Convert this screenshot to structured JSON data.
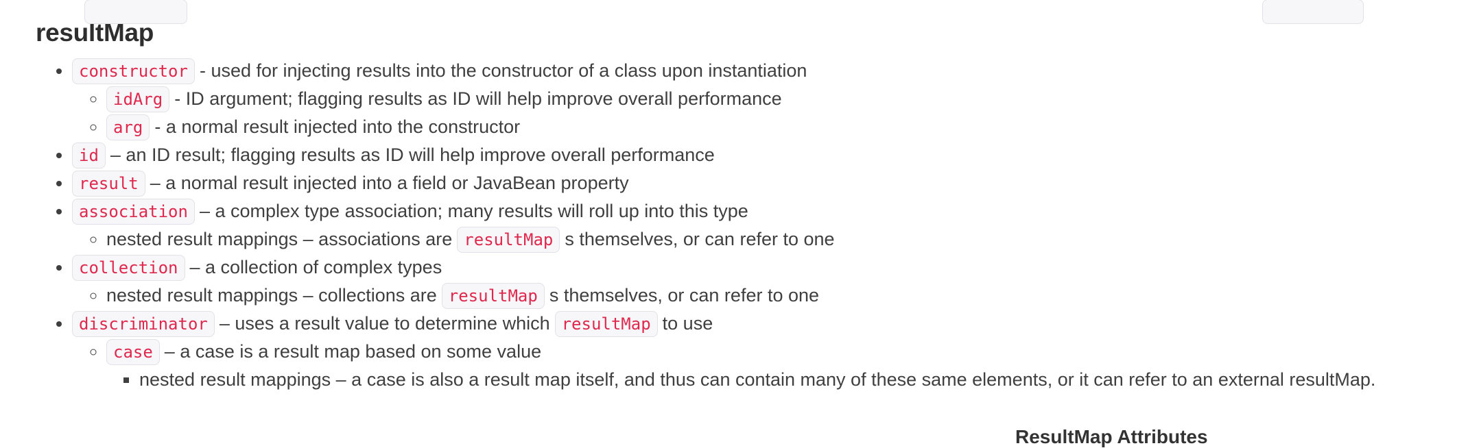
{
  "heading": "resultMap",
  "table_caption": "ResultMap Attributes",
  "colors": {
    "code_text": "#e0274d",
    "code_bg": "#f7f7f9",
    "code_border": "#e1e1e8",
    "body_text": "#3f3f3f",
    "heading_text": "#2e2e2e"
  },
  "list": {
    "items": [
      {
        "segments": [
          {
            "code": "constructor"
          },
          {
            "text": "- used for injecting results into the constructor of a class upon instantiation"
          }
        ],
        "children": [
          {
            "segments": [
              {
                "code": "idArg"
              },
              {
                "text": "- ID argument; flagging results as ID will help improve overall performance"
              }
            ]
          },
          {
            "segments": [
              {
                "code": "arg"
              },
              {
                "text": "- a normal result injected into the constructor"
              }
            ]
          }
        ]
      },
      {
        "segments": [
          {
            "code": "id"
          },
          {
            "text": "– an ID result; flagging results as ID will help improve overall performance"
          }
        ]
      },
      {
        "segments": [
          {
            "code": "result"
          },
          {
            "text": "– a normal result injected into a field or JavaBean property"
          }
        ]
      },
      {
        "segments": [
          {
            "code": "association"
          },
          {
            "text": "– a complex type association; many results will roll up into this type"
          }
        ],
        "children": [
          {
            "segments": [
              {
                "text": "nested result mappings – associations are"
              },
              {
                "code": "resultMap"
              },
              {
                "text": "s themselves, or can refer to one"
              }
            ]
          }
        ]
      },
      {
        "segments": [
          {
            "code": "collection"
          },
          {
            "text": "– a collection of complex types"
          }
        ],
        "children": [
          {
            "segments": [
              {
                "text": "nested result mappings – collections are"
              },
              {
                "code": "resultMap"
              },
              {
                "text": "s themselves, or can refer to one"
              }
            ]
          }
        ]
      },
      {
        "segments": [
          {
            "code": "discriminator"
          },
          {
            "text": "– uses a result value to determine which"
          },
          {
            "code": "resultMap"
          },
          {
            "text": "to use"
          }
        ],
        "children": [
          {
            "segments": [
              {
                "code": "case"
              },
              {
                "text": "– a case is a result map based on some value"
              }
            ],
            "children": [
              {
                "segments": [
                  {
                    "text": "nested result mappings – a case is also a result map itself, and thus can contain many of these same elements, or it can refer to an external resultMap."
                  }
                ]
              }
            ]
          }
        ]
      }
    ]
  }
}
